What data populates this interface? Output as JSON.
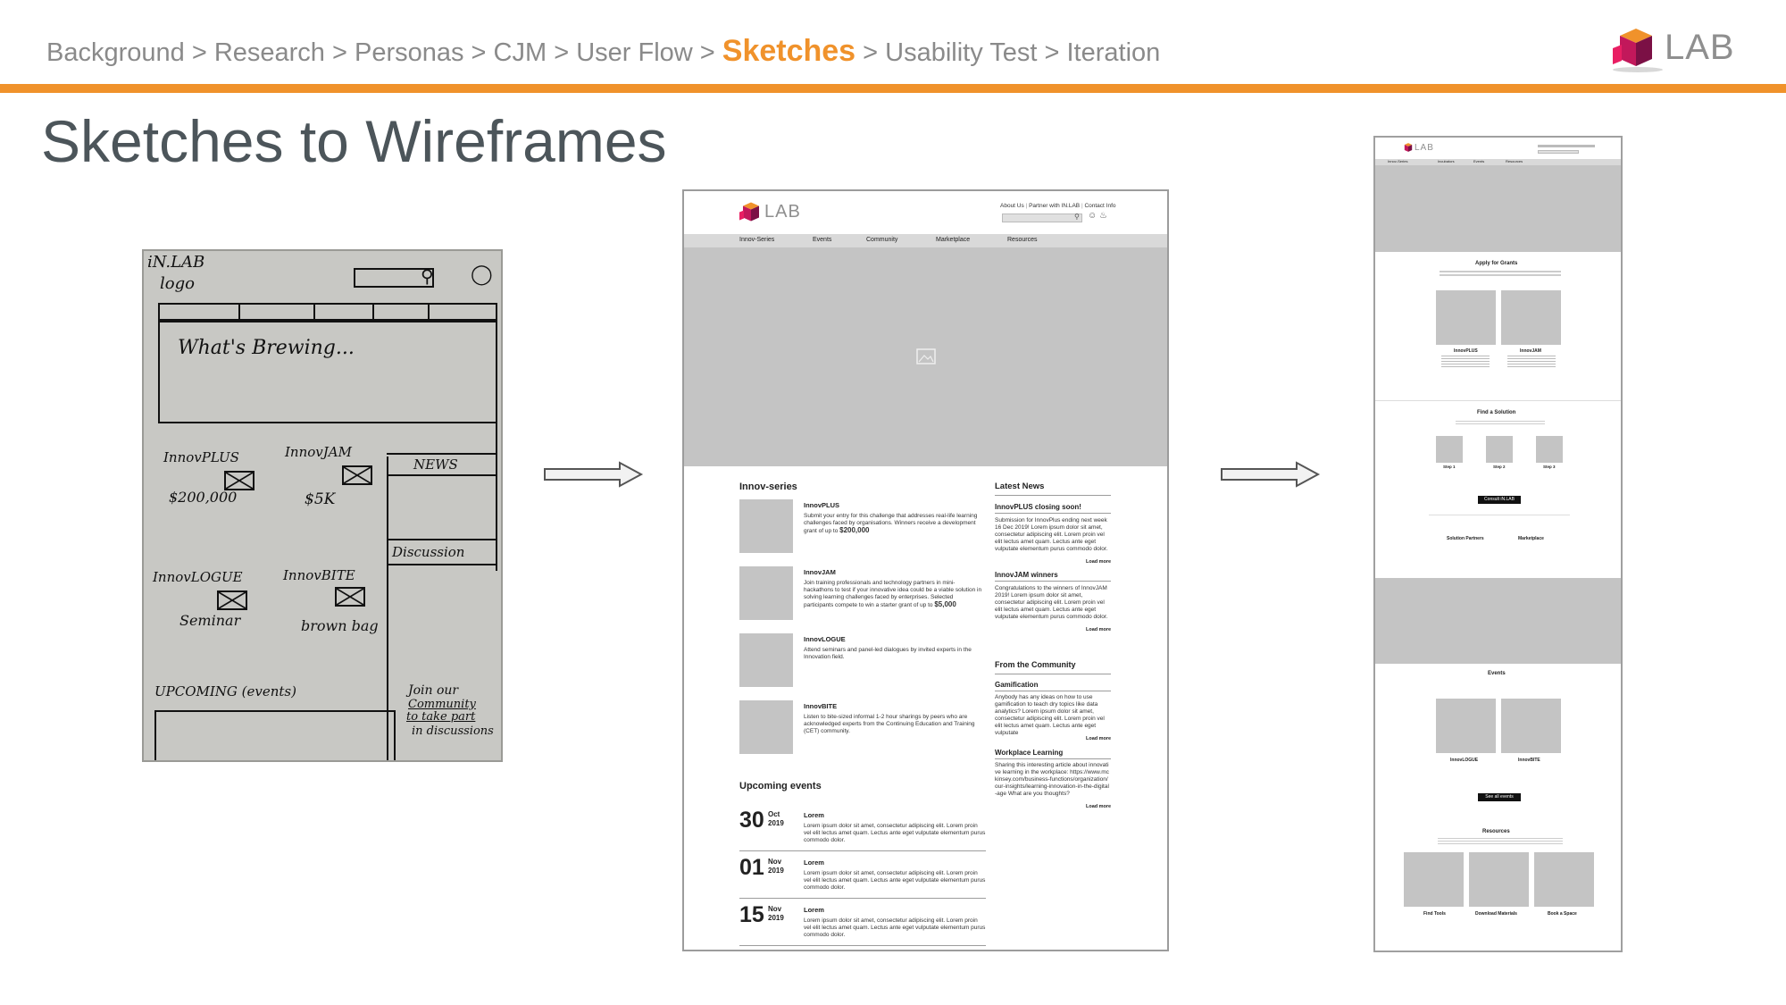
{
  "header": {
    "breadcrumb": {
      "before": "Background > Research > Personas > CJM > User Flow > ",
      "current": "Sketches",
      "after": " > Usability Test > Iteration"
    },
    "logo_text": "LAB",
    "slide_title": "Sketches to Wireframes"
  },
  "colors": {
    "accent": "#F0922B",
    "title": "#4c555a",
    "breadcrumb": "#8a8a8a"
  },
  "sketch": {
    "logo_label_1": "iN.LAB",
    "logo_label_2": "logo",
    "hero": "What's Brewing...",
    "innovplus": "InnovPLUS",
    "innovplus_amt": "$200,000",
    "innovjam": "InnovJAM",
    "innovjam_amt": "$5K",
    "innovlogue": "InnovLOGUE",
    "innovlogue_sub": "Seminar",
    "innovbite": "InnovBITE",
    "innovbite_sub": "brown bag",
    "news": "NEWS",
    "discussion": "Discussion",
    "upcoming": "UPCOMING (events)",
    "join_1": "Join our",
    "join_2": "Community",
    "join_3": "to take part",
    "join_4": "in discussions"
  },
  "wf1": {
    "logo_text": "LAB",
    "top_links": [
      "About Us",
      "Partner with IN.LAB",
      "Contact Info"
    ],
    "nav": [
      "Innov-Series",
      "Events",
      "Community",
      "Marketplace",
      "Resources"
    ],
    "innov_title": "Innov-series",
    "programs": [
      {
        "name": "InnovPLUS",
        "desc": "Submit your entry for this challenge that addresses real-life learning challenges faced by organisations. Winners receive a development grant of up to",
        "amount": "$200,000"
      },
      {
        "name": "InnovJAM",
        "desc": "Join training professionals and technology partners in mini-hackathons to test if your innovative idea could be a viable solution in solving learning challenges faced by enterprises. Selected participants compete to win a starter grant of up to",
        "amount": "$5,000"
      },
      {
        "name": "InnovLOGUE",
        "desc": "Attend seminars and panel-led dialogues by invited experts in the Innovation field.",
        "amount": ""
      },
      {
        "name": "InnovBITE",
        "desc": "Listen to bite-sized informal 1-2 hour sharings by peers who are acknowledged experts from the Continuing Education and Training (CET) community.",
        "amount": ""
      }
    ],
    "events_title": "Upcoming events",
    "events": [
      {
        "day": "30",
        "month": "Oct",
        "year": "2019",
        "title": "Lorem",
        "desc": "Lorem ipsum dolor sit amet, consectetur adipiscing elit. Lorem proin vel elit lectus amet quam. Lectus ante eget vulputate elementum purus commodo dolor."
      },
      {
        "day": "01",
        "month": "Nov",
        "year": "2019",
        "title": "Lorem",
        "desc": "Lorem ipsum dolor sit amet, consectetur adipiscing elit. Lorem proin vel elit lectus amet quam. Lectus ante eget vulputate elementum purus commodo dolor."
      },
      {
        "day": "15",
        "month": "Nov",
        "year": "2019",
        "title": "Lorem",
        "desc": "Lorem ipsum dolor sit amet, consectetur adipiscing elit. Lorem proin vel elit lectus amet quam. Lectus ante eget vulputate elementum purus commodo dolor."
      }
    ],
    "news_title": "Latest News",
    "news": [
      {
        "title": "InnovPLUS closing soon!",
        "body": "Submission for InnovPlus ending next week 16 Dec 2019! Lorem ipsum dolor sit amet, consectetur adipiscing elit. Lorem proin vel elit lectus amet quam. Lectus ante eget vulputate elementum purus commodo dolor.",
        "more": "Load more"
      },
      {
        "title": "InnovJAM winners",
        "body": "Congratulations to the winners of InnovJAM 2019! Lorem ipsum dolor sit amet, consectetur adipiscing elit. Lorem proin vel elit lectus amet quam. Lectus ante eget vulputate elementum purus commodo dolor.",
        "more": "Load more"
      }
    ],
    "community_title": "From the Community",
    "community": [
      {
        "title": "Gamification",
        "body": "Anybody has any ideas on how to use gamification to teach dry topics like data analytics? Lorem ipsum dolor sit amet, consectetur adipiscing elit. Lorem proin vel elit lectus amet quam. Lectus ante eget vulputate",
        "more": "Load more"
      },
      {
        "title": "Workplace Learning",
        "body": "Sharing this interesting article about innovative learning in the workplace: https://www.mckinsey.com/business-functions/organization/our-insights/learning-innovation-in-the-digital-age What are you thoughts?",
        "more": "Load more"
      }
    ]
  },
  "wf2": {
    "logo_text": "LAB",
    "nav": [
      "Innov-Series",
      "Incubators",
      "Events",
      "Resources"
    ],
    "grants_title": "Apply for Grants",
    "grants": [
      {
        "name": "InnovPLUS"
      },
      {
        "name": "InnovJAM"
      }
    ],
    "solution_title": "Find a Solution",
    "steps": [
      "Step 1",
      "Step 2",
      "Step 3"
    ],
    "consult_btn": "Consult iN.LAB",
    "partners": [
      "Solution Partners",
      "Marketplace"
    ],
    "events_title": "Events",
    "events": [
      {
        "name": "InnovLOGUE"
      },
      {
        "name": "InnovBITE"
      }
    ],
    "see_all_btn": "See all events",
    "resources_title": "Resources",
    "resources": [
      "Find Tools",
      "Download Materials",
      "Book a Space"
    ]
  }
}
